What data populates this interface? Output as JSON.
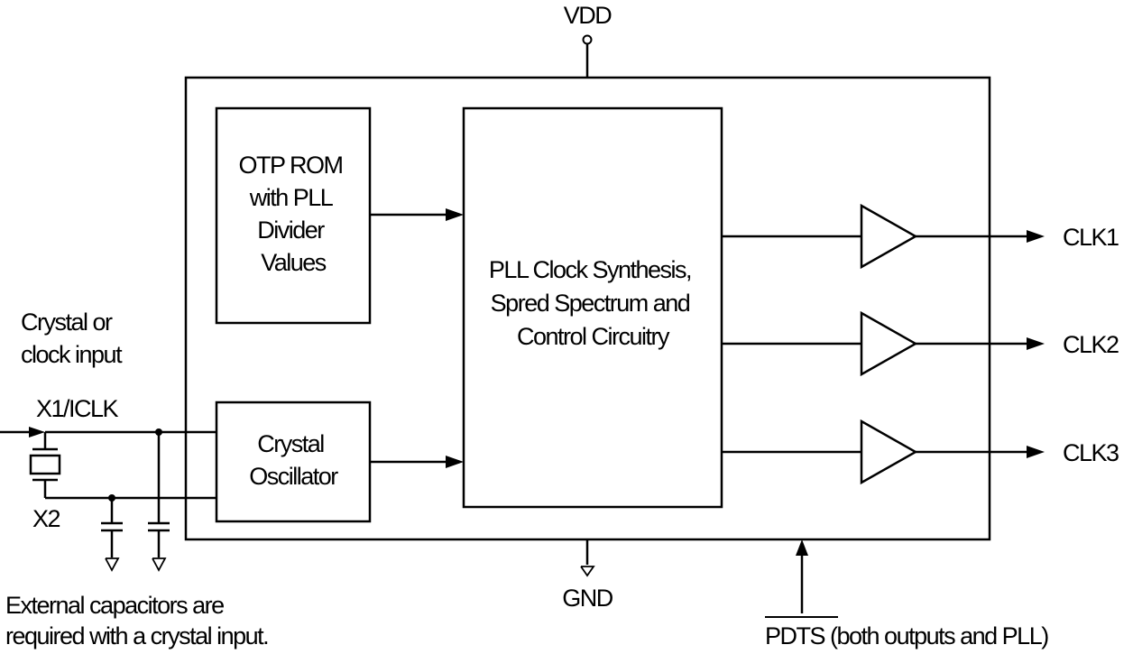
{
  "pins": {
    "vdd": "VDD",
    "gnd": "GND",
    "x1": "X1/ICLK",
    "x2": "X2",
    "clk1": "CLK1",
    "clk2": "CLK2",
    "clk3": "CLK3",
    "pdts_bar": "PDTS",
    "pdts_note": " (both outputs and PLL)"
  },
  "blocks": {
    "otp": [
      "OTP ROM",
      "with PLL",
      "Divider",
      "Values"
    ],
    "osc": [
      "Crystal",
      "Oscillator"
    ],
    "pll": [
      "PLL Clock Synthesis,",
      "Spred Spectrum and",
      "Control Circuitry"
    ]
  },
  "notes": {
    "crystal_input": [
      "Crystal or",
      "clock input"
    ],
    "caps": [
      "External capacitors are",
      "required with a crystal input."
    ]
  }
}
